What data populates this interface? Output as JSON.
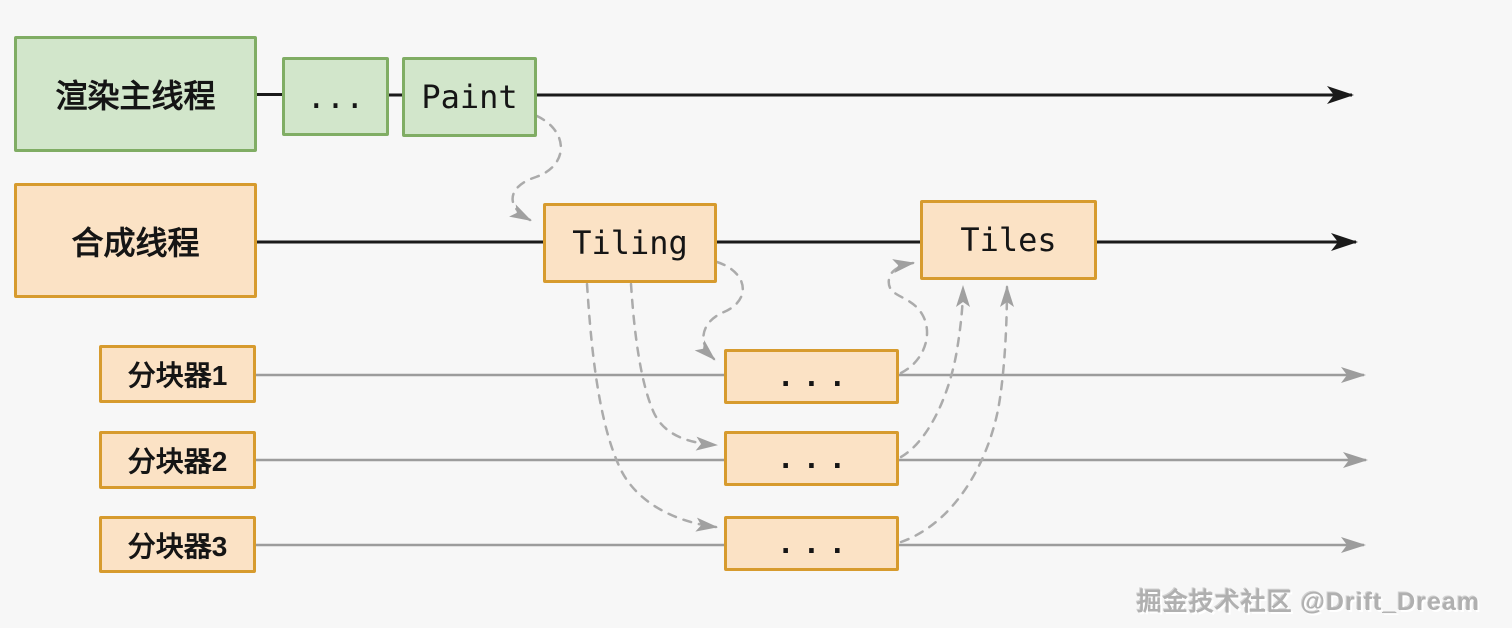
{
  "colors": {
    "background": "#f7f7f7",
    "green_fill": "#d2e6cb",
    "green_border": "#80ad64",
    "orange_fill": "#fbe2c5",
    "orange_border": "#d79b2e",
    "black_line": "#1a1a1a",
    "gray_line": "#9c9c9c",
    "dashed_line": "#ababab",
    "watermark": "#b0b0b0"
  },
  "diagram": {
    "main_thread": {
      "label": "渲染主线程",
      "ellipsis": "...",
      "paint": "Paint"
    },
    "compositor_thread": {
      "label": "合成线程",
      "tiling": "Tiling",
      "tiles": "Tiles"
    },
    "tilers": [
      {
        "label": "分块器1",
        "ellipsis": "..."
      },
      {
        "label": "分块器2",
        "ellipsis": "..."
      },
      {
        "label": "分块器3",
        "ellipsis": "..."
      }
    ]
  },
  "watermark": {
    "text": "掘金技术社区 @Drift_Dream"
  }
}
